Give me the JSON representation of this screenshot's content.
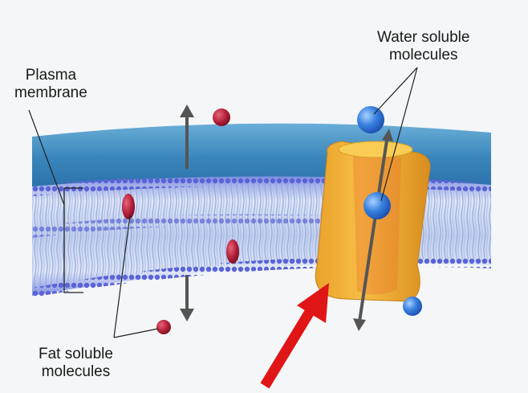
{
  "labels": {
    "plasma_membrane": [
      "Plasma",
      "membrane"
    ],
    "water_soluble": [
      "Water soluble",
      "molecules"
    ],
    "fat_soluble": [
      "Fat soluble",
      "molecules"
    ]
  },
  "colors": {
    "background": "#f4f6f7",
    "membrane_top": "#3f8fc0",
    "lipid_tail": "#c9d8f0",
    "lipid_head": "#5a63d6",
    "channel_protein": "#f0a530",
    "fat_molecule": "#b3203a",
    "water_molecule": "#2d6fd8",
    "red_arrow": "#e01515",
    "gray_arrow": "#555555"
  }
}
